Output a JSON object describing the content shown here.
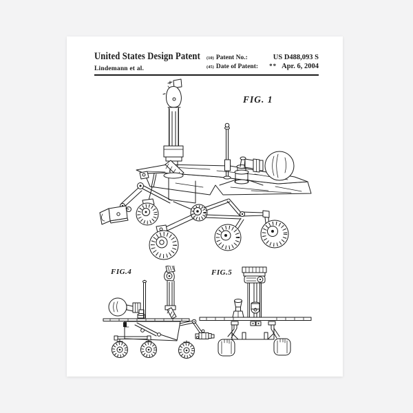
{
  "canvas": {
    "background_color": "#f3f3f4",
    "paper_color": "#ffffff",
    "ink_color": "#1b1b1b"
  },
  "header": {
    "title": "United States Design Patent",
    "authors": "Lindemann et al.",
    "patent_no": {
      "prefix": "(10)",
      "label": "Patent No.:",
      "value": "US D488,093 S"
    },
    "date": {
      "prefix": "(45)",
      "label": "Date of Patent:",
      "stars": "**",
      "value": "Apr. 6, 2004"
    }
  },
  "figures": {
    "fig1": {
      "label": "FIG. 1"
    },
    "fig4": {
      "label": "FIG.4"
    },
    "fig5": {
      "label": "FIG.5"
    }
  }
}
